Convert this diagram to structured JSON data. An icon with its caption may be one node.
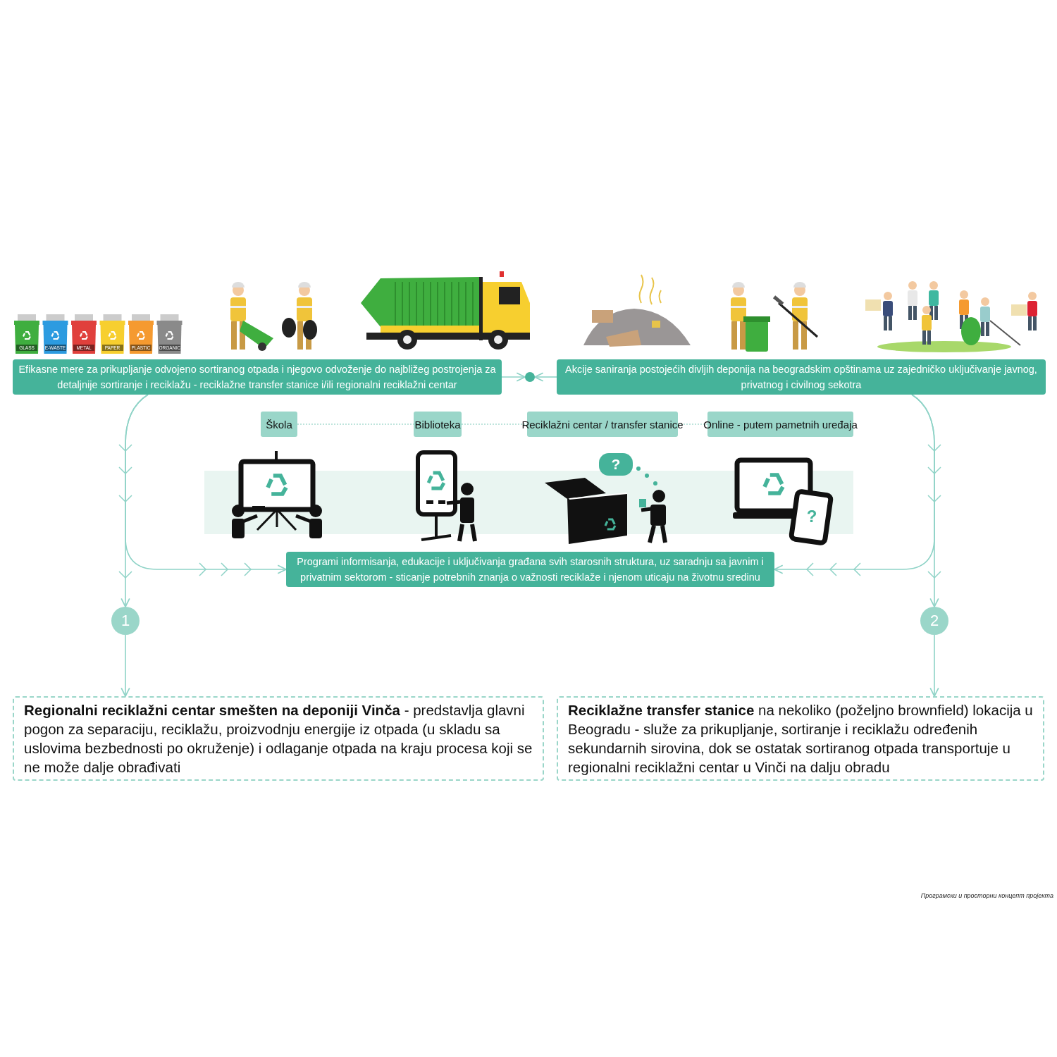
{
  "diagram": {
    "nodes": [
      {
        "text": [
          "Efikasne mere za prikupljanje odvojeno sortiranog otpada i njegovo odvoženje do najbližeg postrojenja za detaljnije sortiranje i reciklažu - reciklažne transfer stanice i/ili regionalni reciklažni centar"
        ]
      },
      {
        "text": [
          "Akcije saniranja postojećih divljih deponija na beogradskim opštinama uz zajedničko uključivanje javnog, privatnog i civilnog sekotra"
        ]
      },
      {
        "text": [],
        "shape": "circle"
      },
      {
        "text": [
          "Škola"
        ]
      },
      {
        "text": [
          "Biblioteka"
        ]
      },
      {
        "text": [
          "Reciklažni centar / transfer stanice"
        ]
      },
      {
        "text": [
          "Online - putem pametnih uređaja"
        ]
      },
      {
        "text": [
          "Programi informisanja, edukacije i uključivanja građana svih starosnih struktura, uz saradnju sa javnim i privatnim sektorom - sticanje potrebnih znanja o važnosti reciklaže i njenom uticaju na životnu sredinu"
        ]
      },
      {
        "text": [
          "1"
        ]
      },
      {
        "text": [
          "2"
        ]
      },
      {
        "text": [
          "**Regionalni reciklažni centar smešten na deponiji Vinča** - predstavlja glavni pogon za separaciju, reciklažu, proizvodnju energije iz otpada (u skladu sa uslovima bezbednosti po okruženje) i odlaganje otpada na kraju procesa koji se ne može dalje obrađivati"
        ]
      },
      {
        "text": [
          "**Reciklažne transfer stanice** na nekoliko (poželjno brownfield) lokacija u Beogradu - služe za prikupljanje, sortiranje i reciklažu određenih sekundarnih sirovina, dok se ostatak sortiranog otpada transportuje u regionalni reciklažni centar u Vinči na dalju obradu"
        ]
      }
    ],
    "edges": [
      {
        "from": 0,
        "to": 2,
        "arrow": "to"
      },
      {
        "from": 1,
        "to": 2,
        "arrow": "to"
      },
      {
        "from": 3,
        "to": 4,
        "arrow": "none",
        "style": "dashed"
      },
      {
        "from": 4,
        "to": 5,
        "arrow": "none",
        "style": "dashed"
      },
      {
        "from": 5,
        "to": 6,
        "arrow": "none",
        "style": "dashed"
      },
      {
        "from": 0,
        "to": 7,
        "arrow": "to"
      },
      {
        "from": 0,
        "to": 8,
        "arrow": "to"
      },
      {
        "from": 8,
        "to": 10,
        "arrow": "to"
      },
      {
        "from": 1,
        "to": 7,
        "arrow": "to"
      },
      {
        "from": 1,
        "to": 9,
        "arrow": "to"
      },
      {
        "from": 9,
        "to": 11,
        "arrow": "to"
      }
    ],
    "labels": [
      "GLASS",
      "E-WASTE",
      "METAL",
      "PAPER",
      "PLASTIC",
      "ORGANIC",
      "?",
      "?",
      "Програмски и просторни концепт пројекта"
    ]
  }
}
